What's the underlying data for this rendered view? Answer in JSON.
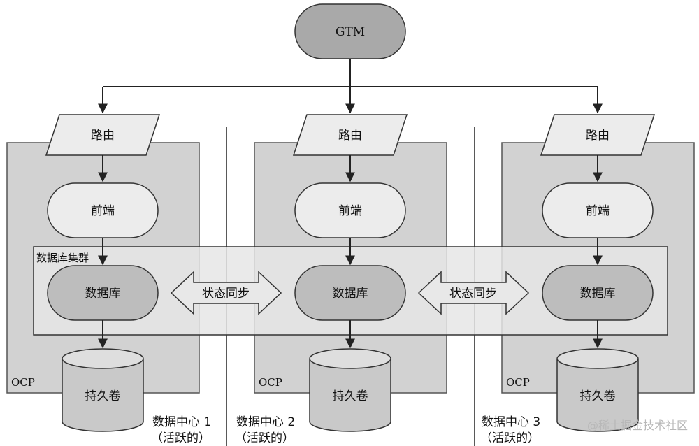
{
  "gtm": "GTM",
  "cluster_label": "数据库集群",
  "sync_label": "状态同步",
  "datacenters": [
    {
      "ocp": "OCP",
      "router": "路由",
      "frontend": "前端",
      "database": "数据库",
      "volume": "持久卷",
      "name": "数据中心 1",
      "status": "（活跃的）"
    },
    {
      "ocp": "OCP",
      "router": "路由",
      "frontend": "前端",
      "database": "数据库",
      "volume": "持久卷",
      "name": "数据中心 2",
      "status": "（活跃的）"
    },
    {
      "ocp": "OCP",
      "router": "路由",
      "frontend": "前端",
      "database": "数据库",
      "volume": "持久卷",
      "name": "数据中心 3",
      "status": "（活跃的）"
    }
  ],
  "watermark": "@稀土掘金技术社区"
}
